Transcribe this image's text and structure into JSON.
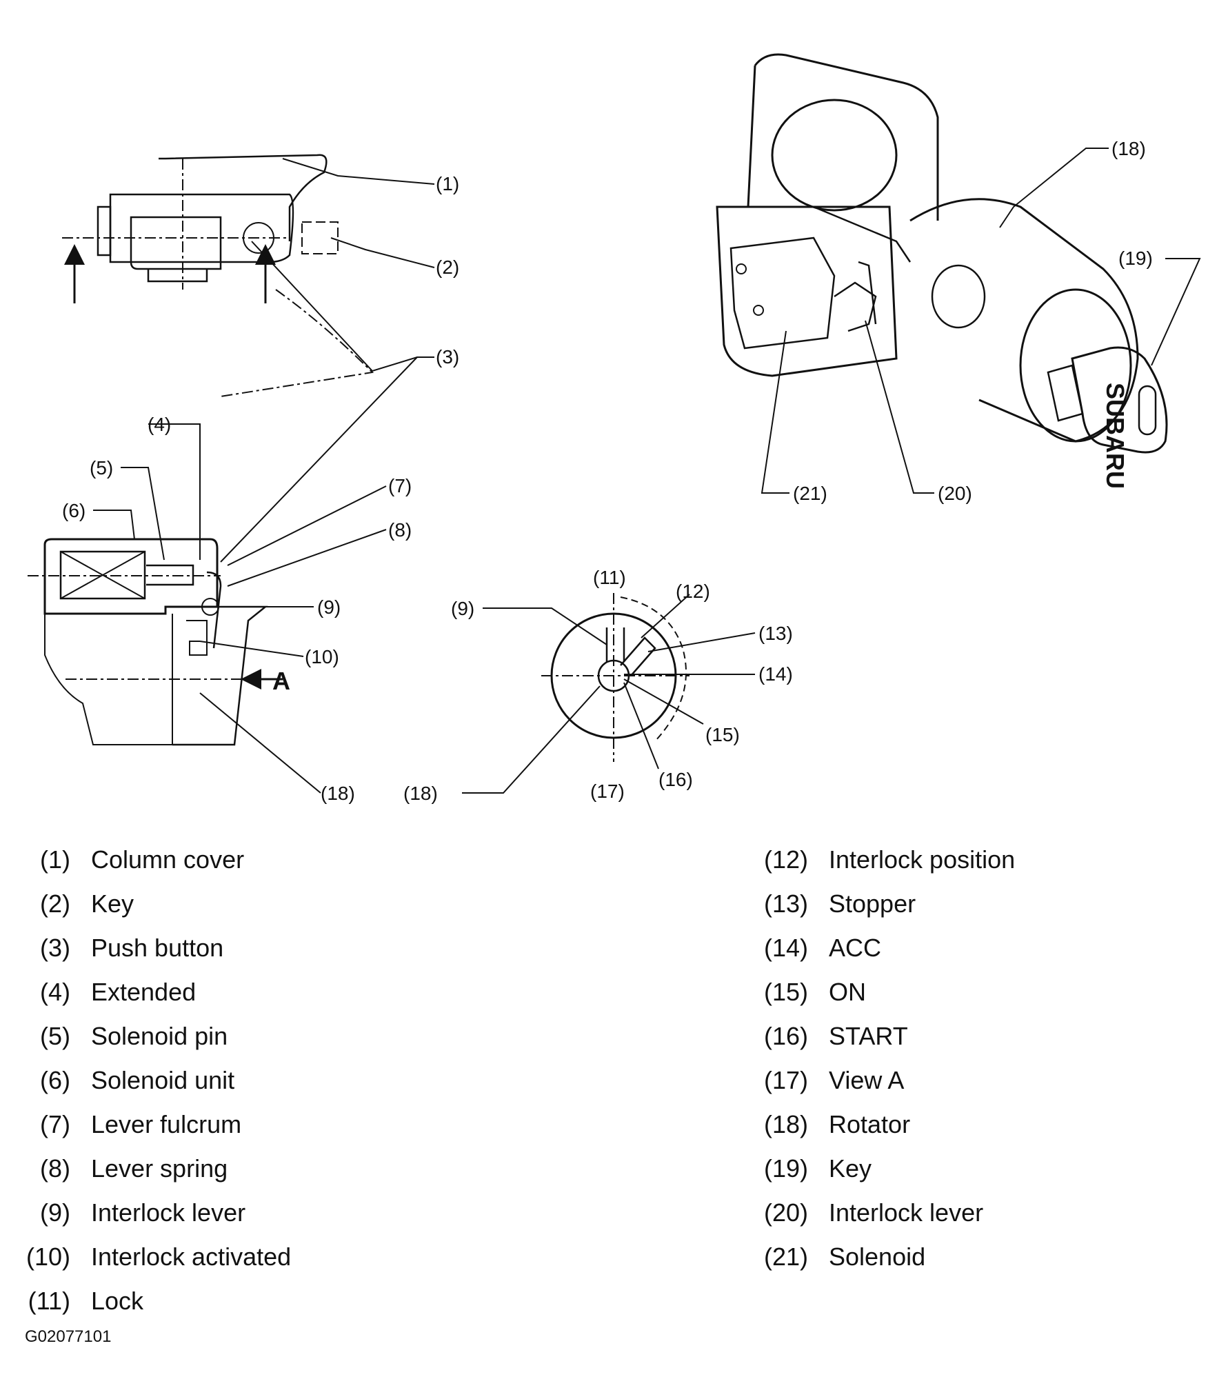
{
  "callouts": {
    "c1": "(1)",
    "c2": "(2)",
    "c3": "(3)",
    "c4": "(4)",
    "c5": "(5)",
    "c6": "(6)",
    "c7": "(7)",
    "c8": "(8)",
    "c9": "(9)",
    "c10": "(10)",
    "c11": "(11)",
    "c12": "(12)",
    "c13": "(13)",
    "c14": "(14)",
    "c15": "(15)",
    "c16": "(16)",
    "c17": "(17)",
    "c18": "(18)",
    "c19": "(19)",
    "c20": "(20)",
    "c21": "(21)",
    "view_a": "A",
    "key_brand": "SUBARU"
  },
  "legend_left": [
    {
      "num": "(1)",
      "label": "Column cover"
    },
    {
      "num": "(2)",
      "label": "Key"
    },
    {
      "num": "(3)",
      "label": "Push button"
    },
    {
      "num": "(4)",
      "label": "Extended"
    },
    {
      "num": "(5)",
      "label": "Solenoid pin"
    },
    {
      "num": "(6)",
      "label": "Solenoid unit"
    },
    {
      "num": "(7)",
      "label": "Lever fulcrum"
    },
    {
      "num": "(8)",
      "label": "Lever spring"
    },
    {
      "num": "(9)",
      "label": "Interlock lever"
    },
    {
      "num": "(10)",
      "label": "Interlock activated"
    },
    {
      "num": "(11)",
      "label": "Lock"
    }
  ],
  "legend_right": [
    {
      "num": "(12)",
      "label": "Interlock position"
    },
    {
      "num": "(13)",
      "label": "Stopper"
    },
    {
      "num": "(14)",
      "label": "ACC"
    },
    {
      "num": "(15)",
      "label": "ON"
    },
    {
      "num": "(16)",
      "label": "START"
    },
    {
      "num": "(17)",
      "label": "View A"
    },
    {
      "num": "(18)",
      "label": "Rotator"
    },
    {
      "num": "(19)",
      "label": "Key"
    },
    {
      "num": "(20)",
      "label": "Interlock lever"
    },
    {
      "num": "(21)",
      "label": "Solenoid"
    }
  ],
  "figure_code": "G02077101"
}
